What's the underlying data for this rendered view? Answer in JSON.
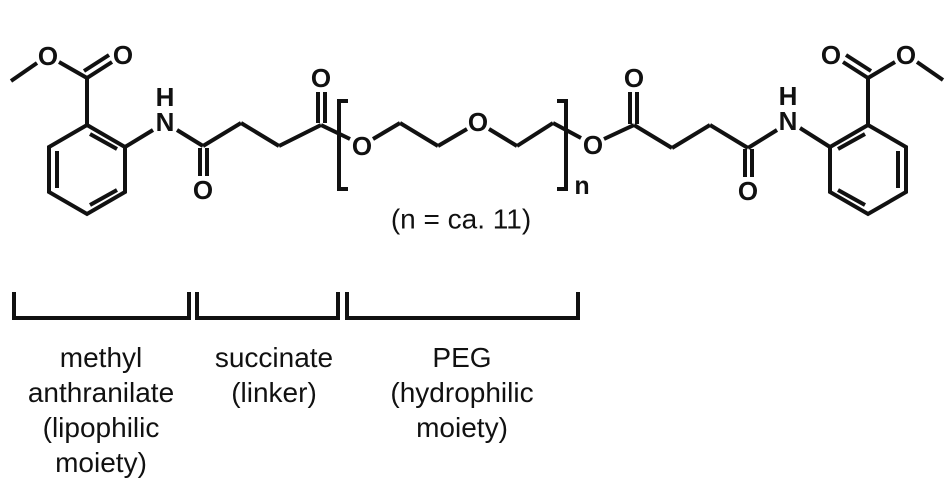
{
  "figure": {
    "type": "chemical-structure-diagram",
    "background_color": "#ffffff",
    "ink_color": "#111111",
    "atoms": {
      "oxygen": "O",
      "nitrogen": "N",
      "hydrogen": "H"
    },
    "peg_repeat": {
      "subscript": "n",
      "count_note": "(n = ca. 11)"
    },
    "region_labels": [
      {
        "id": "methyl-anthranilate",
        "lines": [
          "methyl",
          "anthranilate",
          "(lipophilic",
          "moiety)"
        ]
      },
      {
        "id": "succinate",
        "lines": [
          "succinate",
          "(linker)"
        ]
      },
      {
        "id": "peg",
        "lines": [
          "PEG",
          "(hydrophilic",
          "moiety)"
        ]
      }
    ]
  }
}
